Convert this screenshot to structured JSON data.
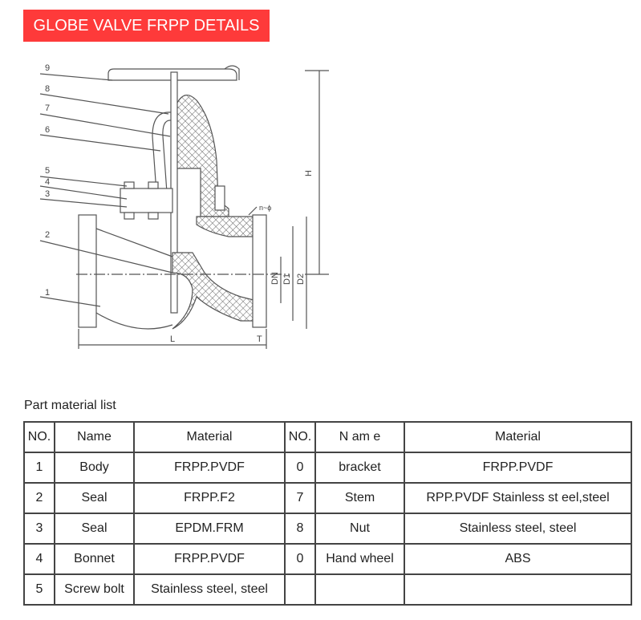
{
  "title": "GLOBE VALVE FRPP DETAILS",
  "colors": {
    "banner": "#fe3a3a",
    "banner_text": "#ffffff",
    "border": "#444444"
  },
  "diagram": {
    "part_callouts": [
      "9",
      "8",
      "7",
      "6",
      "5",
      "4",
      "3",
      "2",
      "1"
    ],
    "dimension_labels": {
      "height": "H",
      "length": "L",
      "thickness": "T",
      "bolt_holes": "n~ϕ",
      "dn": "DN",
      "d1": "D1",
      "d2": "D2"
    }
  },
  "section_label": "Part material list",
  "table": {
    "headers": [
      "NO.",
      "Name",
      "Material",
      "NO.",
      "N am e",
      "Material"
    ],
    "rows": [
      [
        "1",
        "Body",
        "FRPP.PVDF",
        "0",
        "bracket",
        "FRPP.PVDF"
      ],
      [
        "2",
        "Seal",
        "FRPP.F2",
        "7",
        "Stem",
        "RPP.PVDF Stainless st eel,steel"
      ],
      [
        "3",
        "Seal",
        "EPDM.FRM",
        "8",
        "Nut",
        "Stainless steel, steel"
      ],
      [
        "4",
        "Bonnet",
        "FRPP.PVDF",
        "0",
        "Hand wheel",
        "ABS"
      ],
      [
        "5",
        "Screw bolt",
        "Stainless steel, steel",
        "",
        "",
        ""
      ]
    ]
  }
}
